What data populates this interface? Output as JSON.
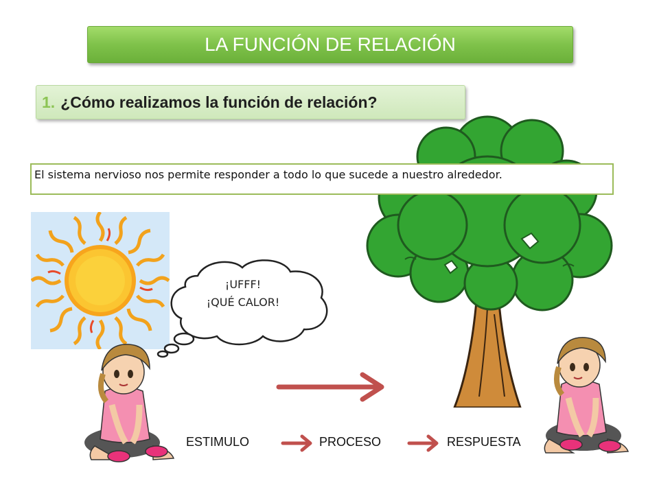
{
  "slide": {
    "title": "LA FUNCIÓN DE RELACIÓN",
    "question_number": "1.",
    "question_text": "¿Cómo realizamos la función de relación?",
    "body_text": "El sistema nervioso nos permite responder a todo lo que sucede a nuestro alrededor.",
    "thought": {
      "line1": "¡UFFF!",
      "line2": "¡QUÉ CALOR!"
    },
    "flow": {
      "step1": "ESTIMULO",
      "step2": "PROCESO",
      "step3": "RESPUESTA"
    }
  },
  "colors": {
    "title_green": "#7fc24a",
    "question_bg": "#d9eec9",
    "number_green": "#8cc454",
    "box_border": "#9bbb59",
    "arrow_red": "#c0504d",
    "tree_green": "#2fa12f",
    "sun_orange": "#f7941d"
  },
  "icons": [
    "sun-icon",
    "tree-icon",
    "girl-icon",
    "thought-bubble-icon",
    "arrow-right-icon"
  ]
}
